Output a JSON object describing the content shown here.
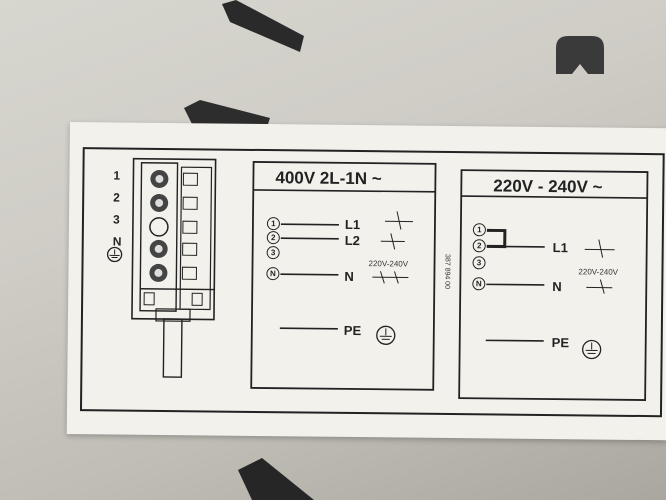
{
  "terminal_numbers": [
    "1",
    "2",
    "3",
    "N"
  ],
  "panel_400": {
    "header": "400V  2L-1N ~",
    "terminals": [
      "1",
      "2",
      "3",
      "N"
    ],
    "labels": {
      "l1": "L1",
      "l2": "L2",
      "n": "N",
      "pe": "PE"
    },
    "voltage_note": "220V-240V"
  },
  "panel_220": {
    "header": "220V - 240V ~",
    "terminals": [
      "1",
      "2",
      "3",
      "N"
    ],
    "labels": {
      "l1": "L1",
      "n": "N",
      "pe": "PE"
    },
    "voltage_note": "220V-240V"
  },
  "part_code": "387 894 00",
  "colors": {
    "label_bg": "#f2f1ec",
    "ink": "#222222",
    "metal": "#cfcdc6"
  }
}
